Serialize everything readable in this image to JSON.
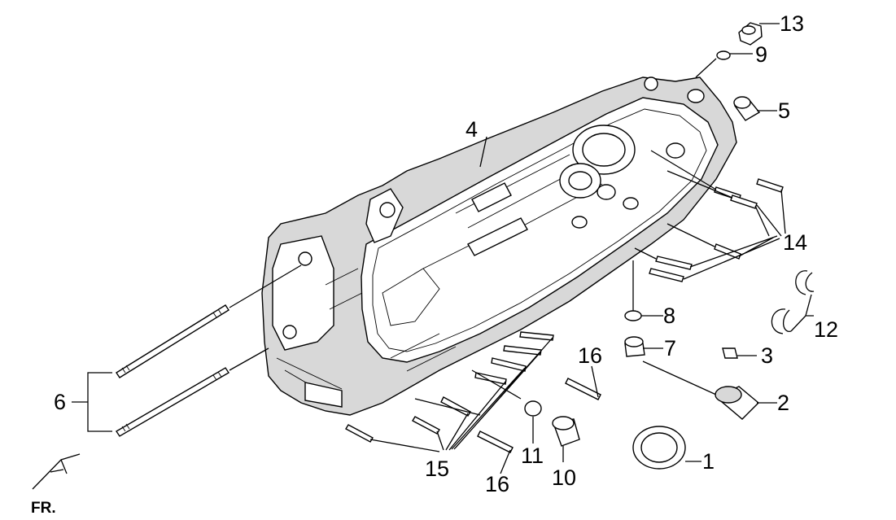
{
  "diagram": {
    "orientation_label": "FR.",
    "callouts": [
      {
        "id": "1",
        "text": "1"
      },
      {
        "id": "2",
        "text": "2"
      },
      {
        "id": "3",
        "text": "3"
      },
      {
        "id": "4",
        "text": "4"
      },
      {
        "id": "5",
        "text": "5"
      },
      {
        "id": "6",
        "text": "6"
      },
      {
        "id": "7",
        "text": "7"
      },
      {
        "id": "8",
        "text": "8"
      },
      {
        "id": "9",
        "text": "9"
      },
      {
        "id": "10",
        "text": "10"
      },
      {
        "id": "11",
        "text": "11"
      },
      {
        "id": "12",
        "text": "12"
      },
      {
        "id": "13",
        "text": "13"
      },
      {
        "id": "14",
        "text": "14"
      },
      {
        "id": "15",
        "text": "15"
      },
      {
        "id": "16a",
        "text": "16"
      },
      {
        "id": "16b",
        "text": "16"
      }
    ]
  }
}
